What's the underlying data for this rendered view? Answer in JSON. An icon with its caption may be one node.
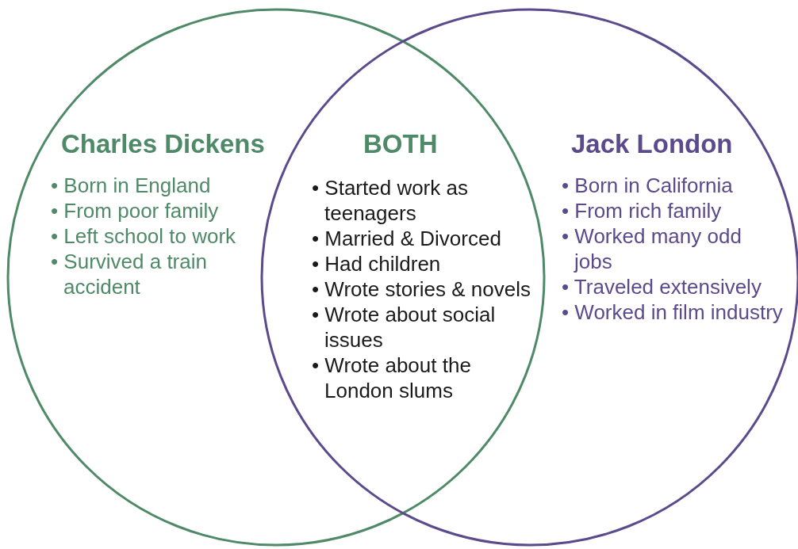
{
  "diagram": {
    "nodes": [
      {
        "text": [
          "Charles Dickens",
          "• Born in England",
          "• From poor family",
          "• Left school to work",
          "• Survived a train accident"
        ]
      },
      {
        "text": [
          "BOTH",
          "• Started work as teenagers",
          "• Married & Divorced",
          "• Had children",
          "• Wrote stories & novels",
          "• Wrote about social issues",
          "• Wrote about the London slums"
        ]
      },
      {
        "text": [
          "Jack London",
          "• Born in California",
          "• From rich family",
          "• Worked many odd jobs",
          "• Traveled extensively",
          "• Worked in film industry"
        ]
      }
    ]
  }
}
